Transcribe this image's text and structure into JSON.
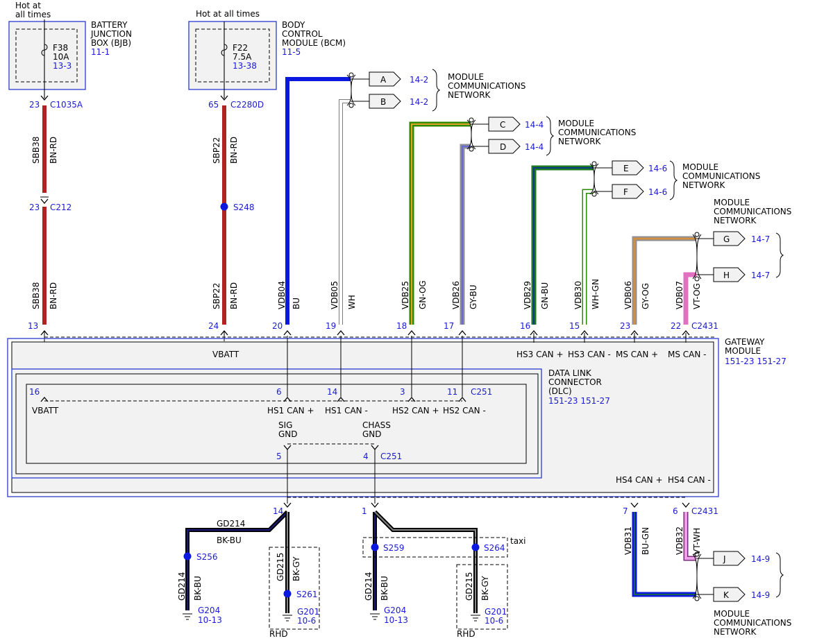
{
  "colors": {
    "red": "#b22222",
    "blue": "#0a18e0",
    "black": "#111111",
    "green": "#2e8b00",
    "orange": "#e6a028",
    "gray": "#8f8f9a",
    "gray_bu": "#6a6ad0",
    "green_bu": "#0a6a5a",
    "white": "#ffffff",
    "violet": "#e070c0",
    "tan": "#c89050",
    "ref_blue": "#1a1ad6",
    "box_blue": "#2a3ad0",
    "module_fill": "#f2f2f2"
  },
  "bjb": {
    "hot": [
      "Hot at",
      "all times"
    ],
    "name": [
      "BATTERY",
      "JUNCTION",
      "BOX (BJB)"
    ],
    "ref": "11-1",
    "fuse": "F38",
    "amps": "10A",
    "fuse_ref": "13-3",
    "pin": "23",
    "conn": "C1035A",
    "inline_pin": "23",
    "inline_conn": "C212",
    "circuit": "SBB38",
    "color": "BN-RD",
    "gw_pin": "13"
  },
  "bcm": {
    "hot": "Hot at all times",
    "name": [
      "BODY",
      "CONTROL",
      "MODULE (BCM)"
    ],
    "ref": "11-5",
    "fuse": "F22",
    "amps": "7.5A",
    "fuse_ref": "13-38",
    "pin": "65",
    "conn": "C2280D",
    "splice": "S248",
    "circuit": "SBP22",
    "color": "BN-RD",
    "gw_pin": "24"
  },
  "wires": [
    {
      "circuit": "VDB04",
      "color": "BU",
      "pin": "20"
    },
    {
      "circuit": "VDB05",
      "color": "WH",
      "pin": "19"
    },
    {
      "circuit": "VDB25",
      "color": "GN-OG",
      "pin": "18"
    },
    {
      "circuit": "VDB26",
      "color": "GY-BU",
      "pin": "17"
    },
    {
      "circuit": "VDB29",
      "color": "GN-BU",
      "pin": "16"
    },
    {
      "circuit": "VDB30",
      "color": "WH-GN",
      "pin": "15"
    },
    {
      "circuit": "VDB06",
      "color": "GY-OG",
      "pin": "23"
    },
    {
      "circuit": "VDB07",
      "color": "VT-OG",
      "pin": "22"
    }
  ],
  "gw_conn": "C2431",
  "flags": [
    {
      "letter": "A",
      "ref": "14-2"
    },
    {
      "letter": "B",
      "ref": "14-2"
    },
    {
      "letter": "C",
      "ref": "14-4"
    },
    {
      "letter": "D",
      "ref": "14-4"
    },
    {
      "letter": "E",
      "ref": "14-6"
    },
    {
      "letter": "F",
      "ref": "14-6"
    },
    {
      "letter": "G",
      "ref": "14-7"
    },
    {
      "letter": "H",
      "ref": "14-7"
    },
    {
      "letter": "J",
      "ref": "14-9"
    },
    {
      "letter": "K",
      "ref": "14-9"
    }
  ],
  "mcn": [
    "MODULE",
    "COMMUNICATIONS",
    "NETWORK"
  ],
  "gateway": {
    "name": [
      "GATEWAY",
      "MODULE"
    ],
    "refs": "151-23  151-27",
    "vbatt": "VBATT",
    "pins_top": [
      "HS3 CAN +",
      "HS3 CAN -",
      "MS CAN +",
      "MS CAN -"
    ],
    "pins_bottom": [
      "HS4 CAN +",
      "HS4 CAN -"
    ]
  },
  "dlc": {
    "name": [
      "DATA LINK",
      "CONNECTOR",
      "(DLC)"
    ],
    "refs": "151-23  151-27",
    "conn": "C251",
    "vbatt_pin": "16",
    "vbatt": "VBATT",
    "pins": [
      {
        "pin": "6",
        "label": "HS1 CAN +"
      },
      {
        "pin": "14",
        "label": "HS1 CAN -"
      },
      {
        "pin": "3",
        "label": "HS2 CAN +"
      },
      {
        "pin": "11",
        "label": "HS2 CAN -"
      }
    ],
    "sig": [
      "SIG",
      "GND"
    ],
    "chass": [
      "CHASS",
      "GND"
    ],
    "sig_pin": "5",
    "chass_pin": "4"
  },
  "bottom": {
    "pin14": "14",
    "pin1": "1",
    "gd214": "GD214",
    "bk_bu": "BK-BU",
    "gd215": "GD215",
    "bk_gy": "BK-GY",
    "s256": "S256",
    "s261": "S261",
    "s259": "S259",
    "s264": "S264",
    "g204": "G204",
    "g204_ref": "10-13",
    "g201": "G201",
    "g201_ref": "10-6",
    "rhd": "RHD",
    "taxi": "taxi"
  },
  "hs4": {
    "pin_pos": "7",
    "pin_neg": "6",
    "conn": "C2431",
    "wire_pos": {
      "circuit": "VDB31",
      "color": "BU-GN"
    },
    "wire_neg": {
      "circuit": "VDB32",
      "color": "VT-WH"
    }
  }
}
